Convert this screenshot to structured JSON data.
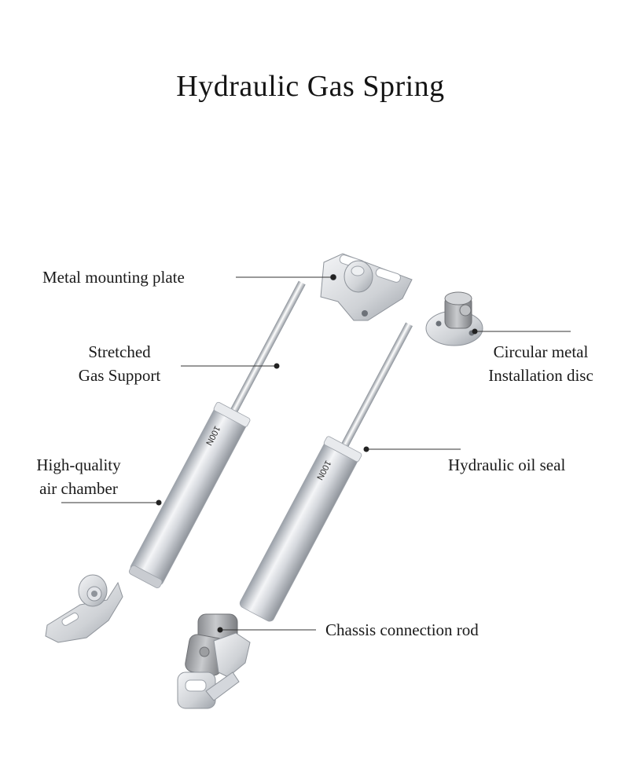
{
  "title": "Hydraulic Gas Spring",
  "labels": {
    "mounting_plate": "Metal mounting plate",
    "stretched_1": "Stretched",
    "stretched_2": "Gas Support",
    "air_chamber_1": "High-quality",
    "air_chamber_2": "air chamber",
    "disc_1": "Circular metal",
    "disc_2": "Installation disc",
    "oil_seal": "Hydraulic oil seal",
    "chassis_rod": "Chassis connection rod"
  },
  "markings": {
    "left_body": "100N",
    "right_body": "100N"
  },
  "colors": {
    "background": "#ffffff",
    "text": "#1a1a1a",
    "leader_line": "#333333",
    "metal_light": "#f2f3f5",
    "metal_mid": "#c7cacf",
    "metal_dark": "#8e9299",
    "plastic_grey": "#a8aaad"
  }
}
